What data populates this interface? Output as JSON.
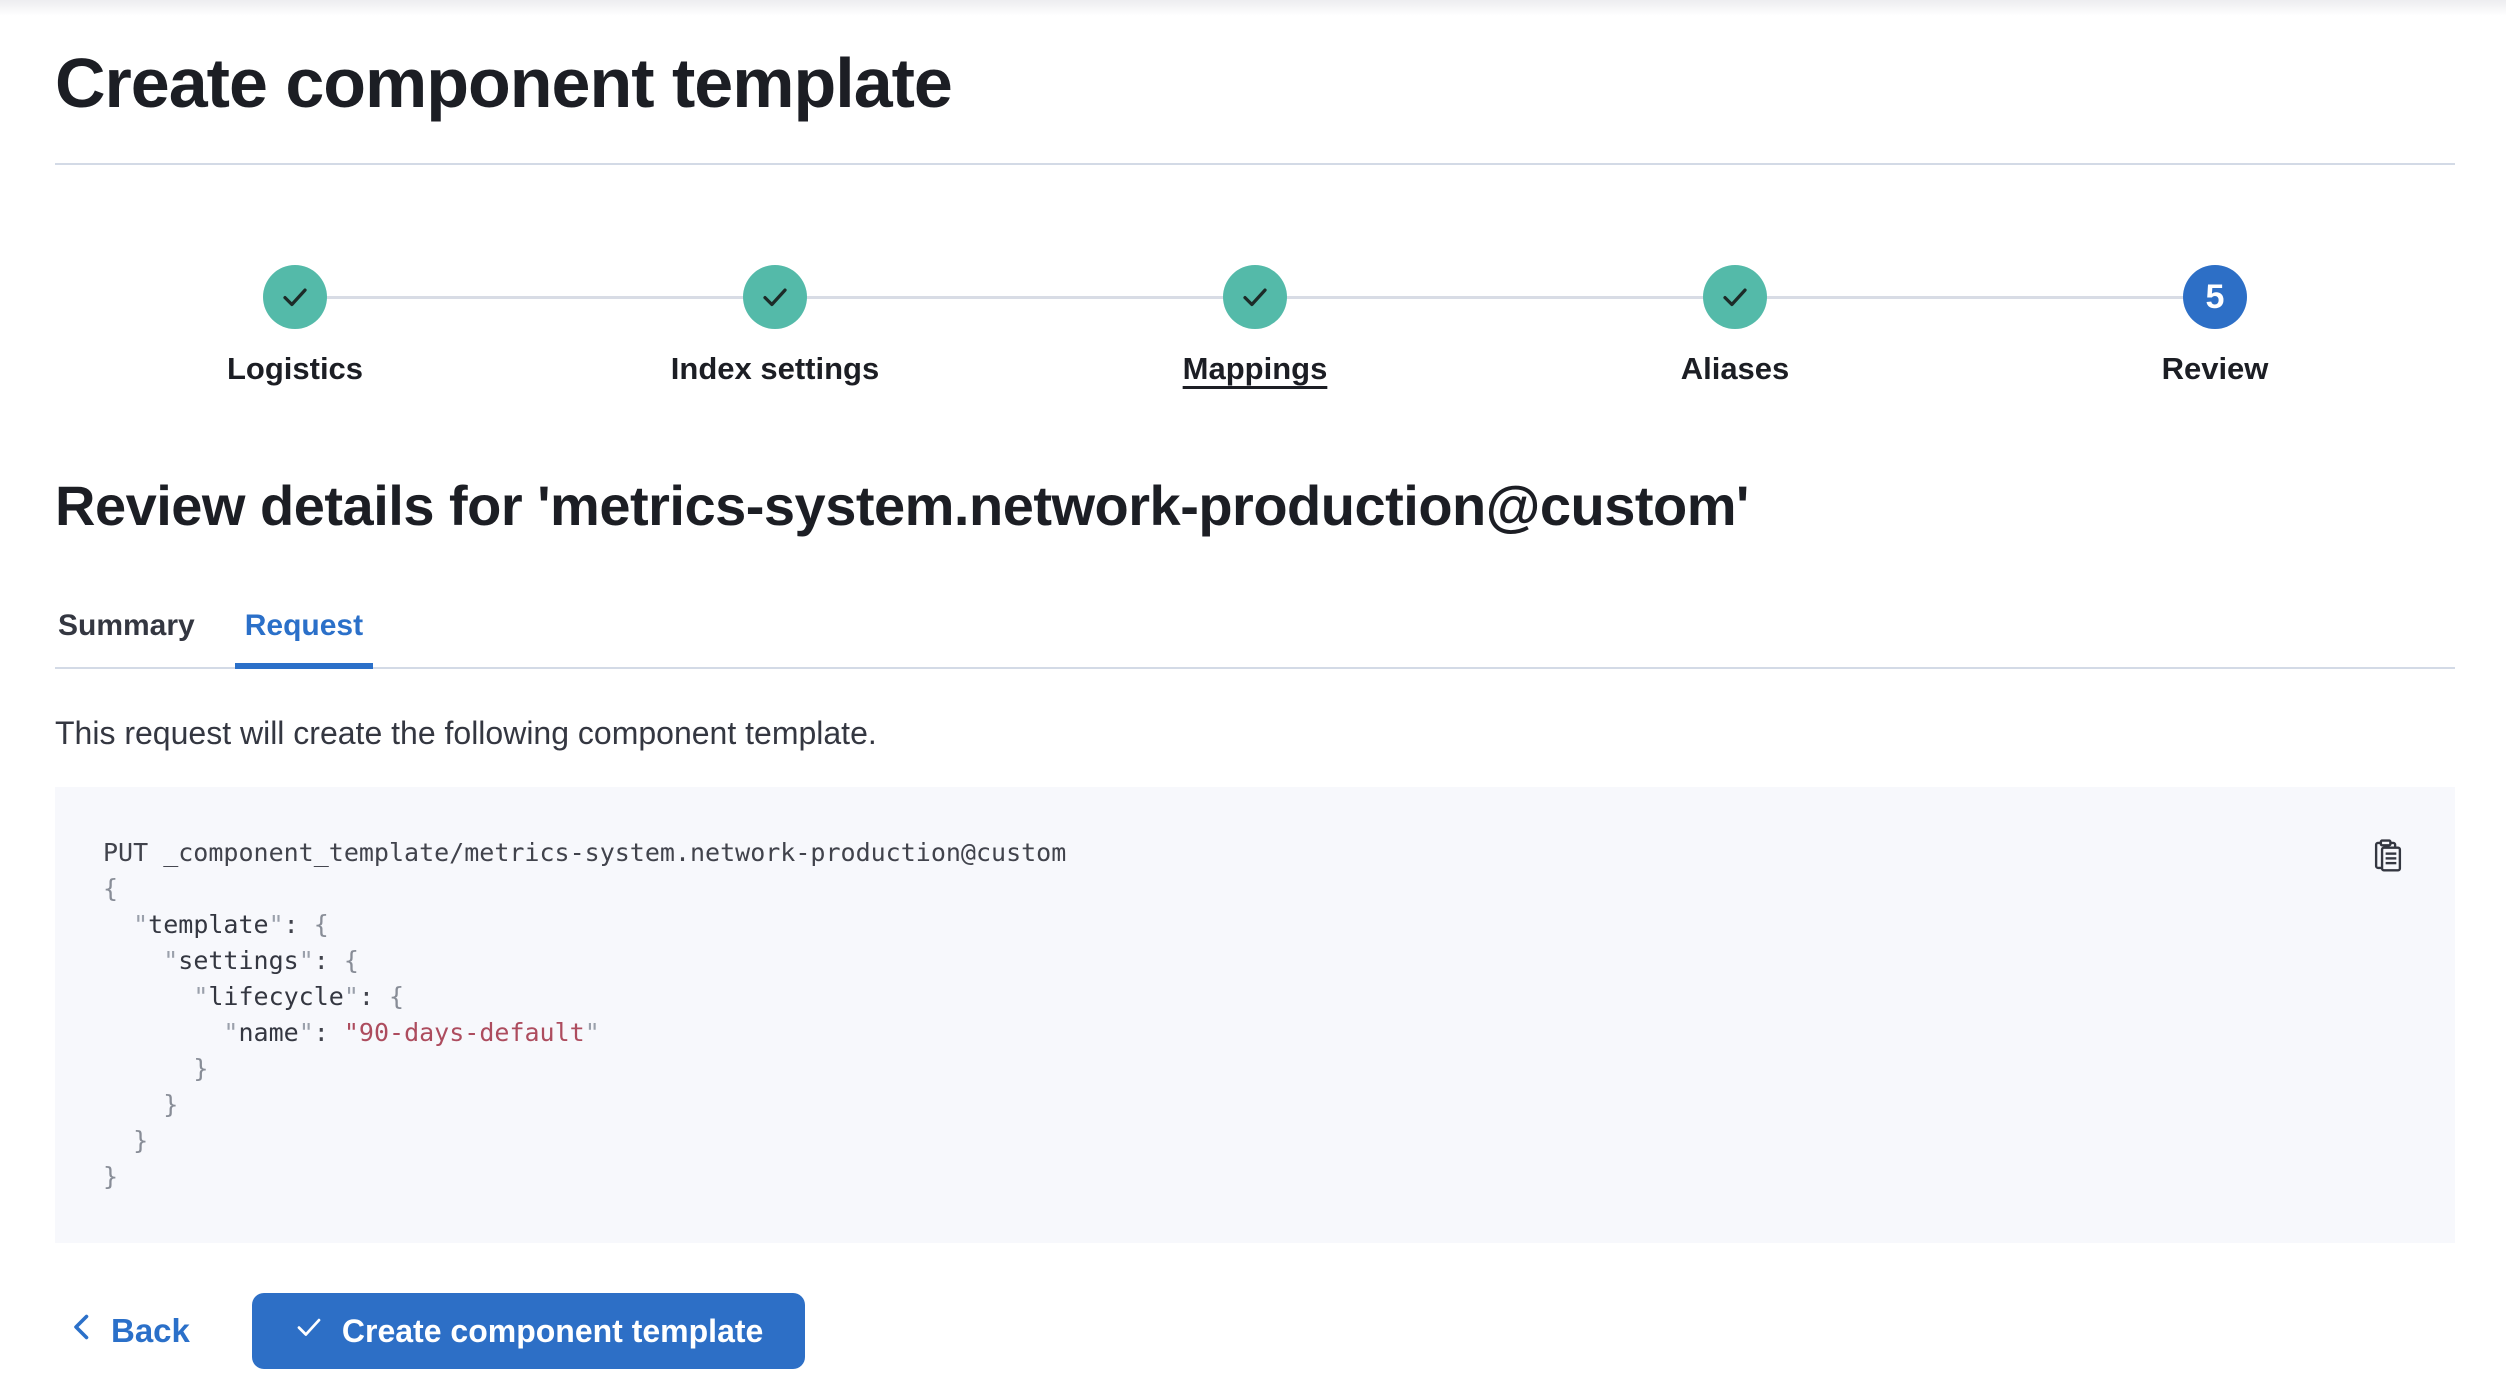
{
  "header": {
    "title": "Create component template"
  },
  "stepper": {
    "steps": [
      {
        "label": "Logistics",
        "status": "complete"
      },
      {
        "label": "Index settings",
        "status": "complete"
      },
      {
        "label": "Mappings",
        "status": "complete"
      },
      {
        "label": "Aliases",
        "status": "complete"
      },
      {
        "label": "Review",
        "status": "current",
        "number": "5"
      }
    ]
  },
  "review": {
    "heading": "Review details for 'metrics-system.network-production@custom'",
    "tabs": [
      {
        "label": "Summary",
        "selected": false
      },
      {
        "label": "Request",
        "selected": true
      }
    ],
    "description": "This request will create the following component template."
  },
  "code_block": {
    "copy_icon": "copy-clipboard-icon",
    "lines": [
      [
        {
          "c": "plain",
          "t": "PUT _component_template/metrics-system.network-production@custom"
        }
      ],
      [
        {
          "c": "punct",
          "t": "{"
        }
      ],
      [
        {
          "c": "plain",
          "t": "  "
        },
        {
          "c": "q",
          "t": "\""
        },
        {
          "c": "key",
          "t": "template"
        },
        {
          "c": "q",
          "t": "\""
        },
        {
          "c": "plain",
          "t": ": "
        },
        {
          "c": "punct",
          "t": "{"
        }
      ],
      [
        {
          "c": "plain",
          "t": "    "
        },
        {
          "c": "q",
          "t": "\""
        },
        {
          "c": "key",
          "t": "settings"
        },
        {
          "c": "q",
          "t": "\""
        },
        {
          "c": "plain",
          "t": ": "
        },
        {
          "c": "punct",
          "t": "{"
        }
      ],
      [
        {
          "c": "plain",
          "t": "      "
        },
        {
          "c": "q",
          "t": "\""
        },
        {
          "c": "key",
          "t": "lifecycle"
        },
        {
          "c": "q",
          "t": "\""
        },
        {
          "c": "plain",
          "t": ": "
        },
        {
          "c": "punct",
          "t": "{"
        }
      ],
      [
        {
          "c": "plain",
          "t": "        "
        },
        {
          "c": "q",
          "t": "\""
        },
        {
          "c": "key",
          "t": "name"
        },
        {
          "c": "q",
          "t": "\""
        },
        {
          "c": "plain",
          "t": ": "
        },
        {
          "c": "str",
          "t": "\"90-days-default"
        },
        {
          "c": "q",
          "t": "\""
        }
      ],
      [
        {
          "c": "plain",
          "t": "      "
        },
        {
          "c": "punct",
          "t": "}"
        }
      ],
      [
        {
          "c": "plain",
          "t": "    "
        },
        {
          "c": "punct",
          "t": "}"
        }
      ],
      [
        {
          "c": "plain",
          "t": "  "
        },
        {
          "c": "punct",
          "t": "}"
        }
      ],
      [
        {
          "c": "punct",
          "t": "}"
        }
      ]
    ]
  },
  "footer": {
    "back_label": "Back",
    "create_label": "Create component template"
  },
  "colors": {
    "step_complete_teal": "#54BAA9",
    "primary_blue": "#2D6FC6",
    "tab_selected_blue": "#2B70C9",
    "string_token": "#AD4C5E",
    "divider": "#D3DAE6",
    "code_background": "#F7F8FC",
    "heading_text": "#1C1E24",
    "body_text": "#343741"
  }
}
